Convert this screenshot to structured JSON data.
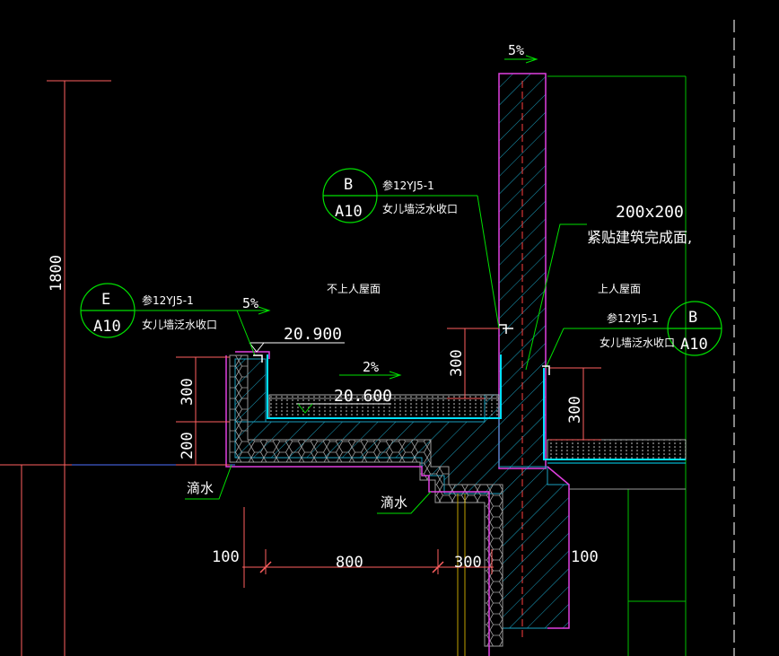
{
  "colors": {
    "background": "#000000",
    "wall_outline": "#e040e0",
    "leader": "#00e000",
    "dim_line": "#ff6060",
    "membrane": "#00e0ff",
    "text": "#ffffff",
    "grey_edge": "#9a9a9a"
  },
  "slope_top": "5%",
  "slope_left_parapet": "5%",
  "slope_roof": "2%",
  "elev_top": "20.900",
  "elev_bottom": "20.600",
  "label_unaccessible_roof": "不上人屋面",
  "label_accessible_roof": "上人屋面",
  "detail_note_size": "200x200",
  "detail_note_text": "紧贴建筑完成面,",
  "callout_b_top": {
    "number": "B",
    "sheet": "A10",
    "ref": "参12YJ5-1",
    "desc": "女儿墙泛水收口"
  },
  "callout_e": {
    "number": "E",
    "sheet": "A10",
    "ref": "参12YJ5-1",
    "desc": "女儿墙泛水收口"
  },
  "callout_b_right": {
    "number": "B",
    "sheet": "A10",
    "ref": "参12YJ5-1",
    "desc": "女儿墙泛水收口"
  },
  "drip_label_1": "滴水",
  "drip_label_2": "滴水",
  "dims": {
    "d1800": "1800",
    "d300_left": "300",
    "d200_left": "200",
    "d300_mid": "300",
    "d300_right": "300",
    "d100_left": "100",
    "d800": "800",
    "d300_bottom": "300",
    "d100_right": "100"
  }
}
